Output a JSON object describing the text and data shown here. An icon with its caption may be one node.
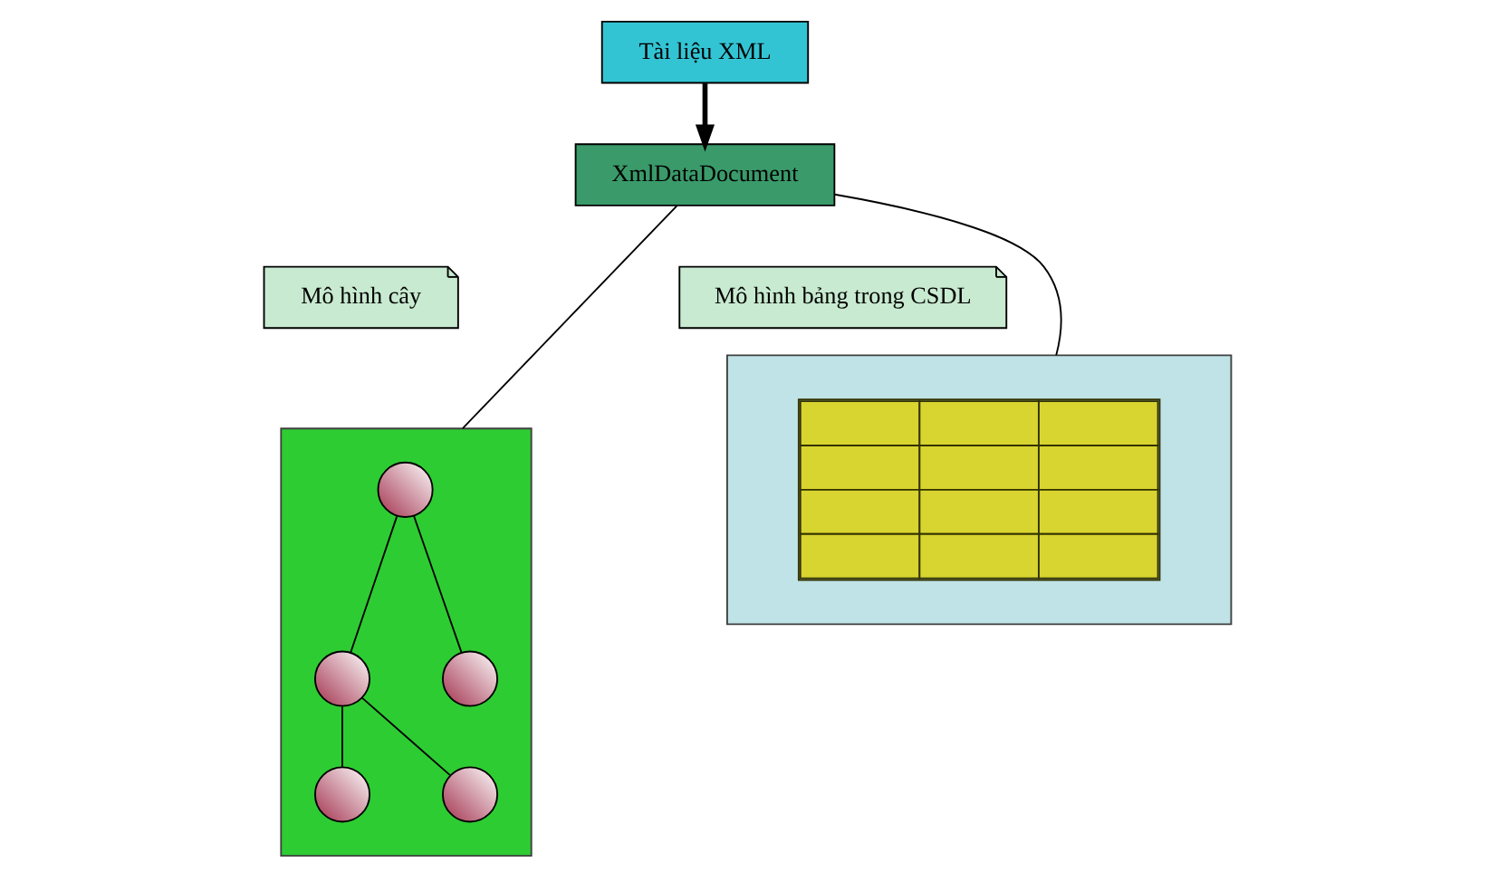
{
  "diagram": {
    "nodes": [
      {
        "text": [
          "Tài liệu XML"
        ]
      },
      {
        "text": [
          "XmlDataDocument"
        ]
      },
      {
        "text": [
          "Mô hình cây"
        ]
      },
      {
        "text": [
          "Mô hình bảng trong CSDL"
        ]
      },
      {
        "text": [],
        "shape": "box"
      },
      {
        "text": [],
        "shape": "circle",
        "in": 4
      },
      {
        "text": [],
        "shape": "circle",
        "in": 4
      },
      {
        "text": [],
        "shape": "circle",
        "in": 4
      },
      {
        "text": [],
        "shape": "circle",
        "in": 4
      },
      {
        "text": [],
        "shape": "circle",
        "in": 4
      },
      {
        "text": [],
        "shape": "box"
      },
      {
        "text": [],
        "shape": "picture",
        "in": 10
      }
    ],
    "edges": [
      {
        "from": 0,
        "to": 1,
        "arrow": "to",
        "style": "thick"
      },
      {
        "from": 1,
        "to": 4,
        "arrow": "none"
      },
      {
        "from": 1,
        "to": 10,
        "arrow": "none"
      },
      {
        "from": 5,
        "to": 6,
        "arrow": "none"
      },
      {
        "from": 5,
        "to": 7,
        "arrow": "none"
      },
      {
        "from": 6,
        "to": 8,
        "arrow": "none"
      },
      {
        "from": 6,
        "to": 9,
        "arrow": "none"
      }
    ]
  }
}
